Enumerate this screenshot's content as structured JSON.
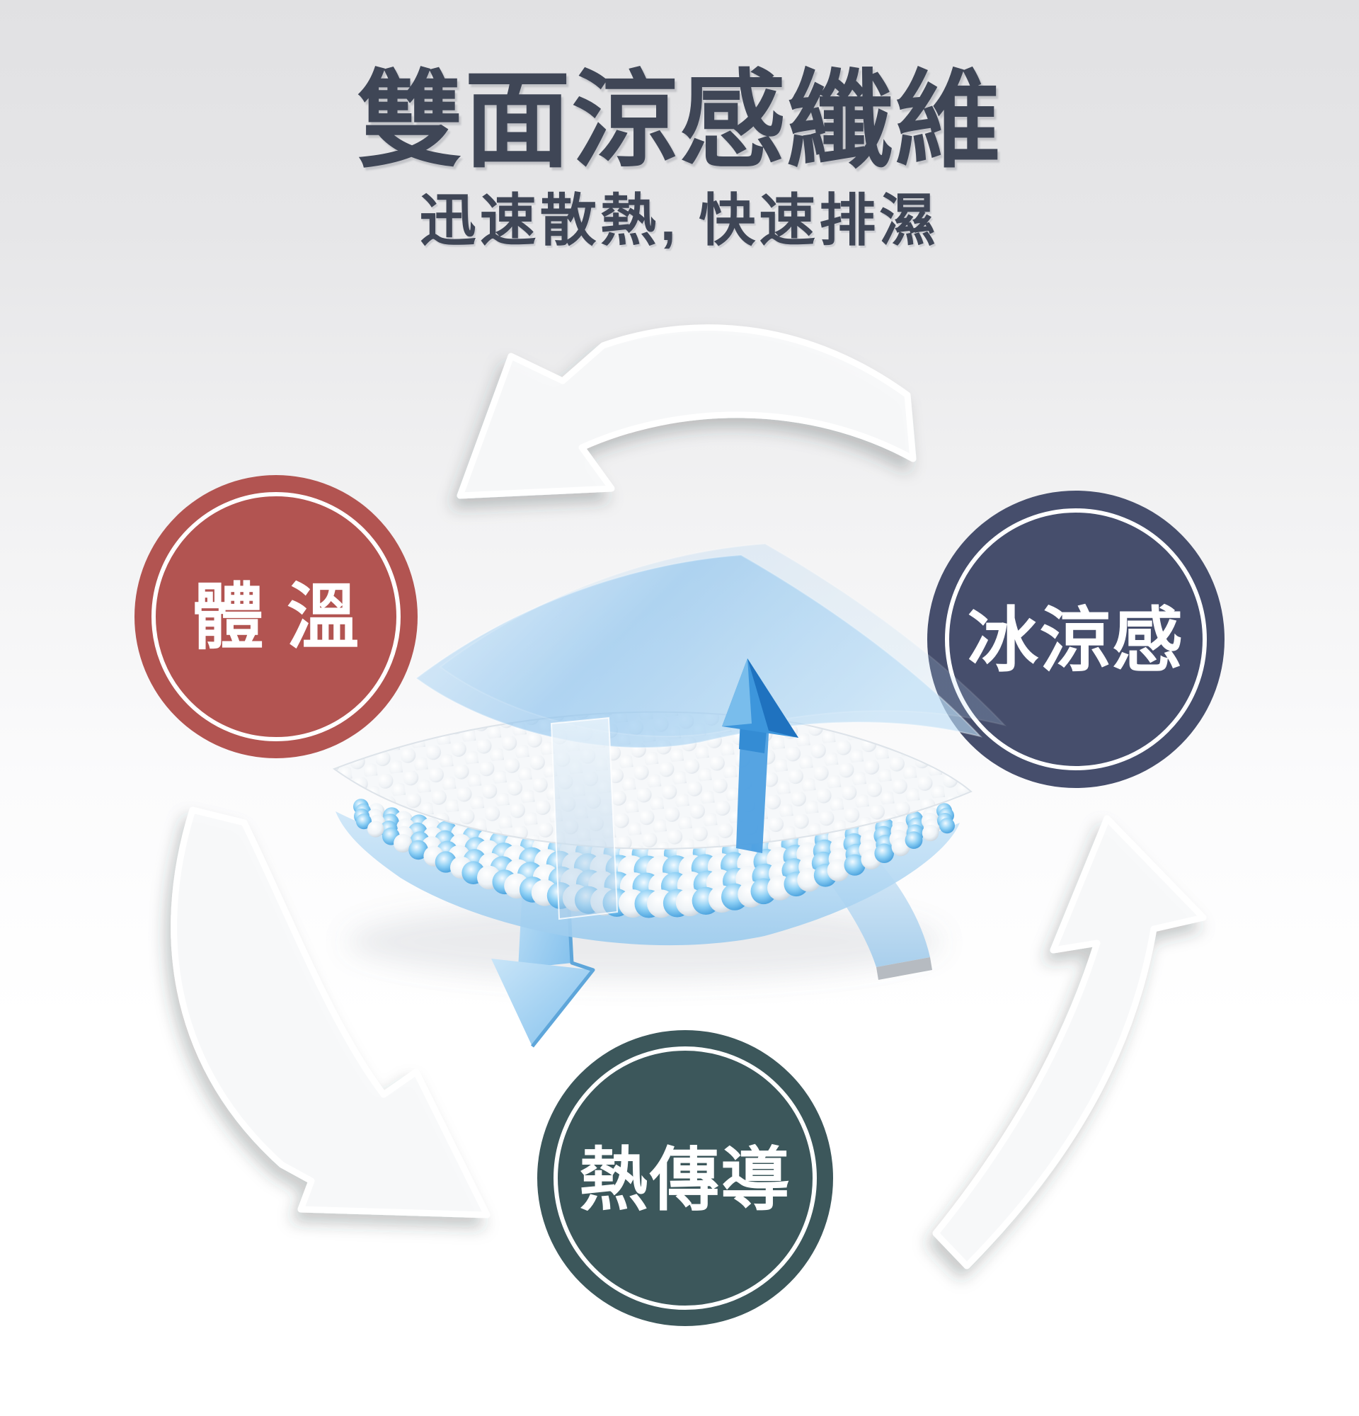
{
  "page": {
    "title": "雙面涼感纖維",
    "subtitle": "迅速散熱, 快速排濕"
  },
  "cycle": {
    "nodes": [
      {
        "id": "body-temperature",
        "label": "體 溫",
        "color": "#b25451"
      },
      {
        "id": "cooling-sensation",
        "label": "冰涼感",
        "color": "#464e6c"
      },
      {
        "id": "heat-conduction",
        "label": "熱傳導",
        "color": "#3c575b"
      }
    ],
    "arrow_color": "#ffffff"
  },
  "illustration": {
    "up_arrow_color": "#3d96dc",
    "down_arrow_color": "#8cc6ee",
    "top_film_color": "#9ecdef",
    "air_layer_color": "#f6f8fa",
    "fiber_ball_blue": "#2f8fd4",
    "fiber_ball_white": "#ffffff"
  },
  "colors": {
    "background_top": "#e1e1e3",
    "background_bottom": "#ffffff",
    "heading_text": "#3f4656",
    "node_label_text": "#ffffff"
  }
}
